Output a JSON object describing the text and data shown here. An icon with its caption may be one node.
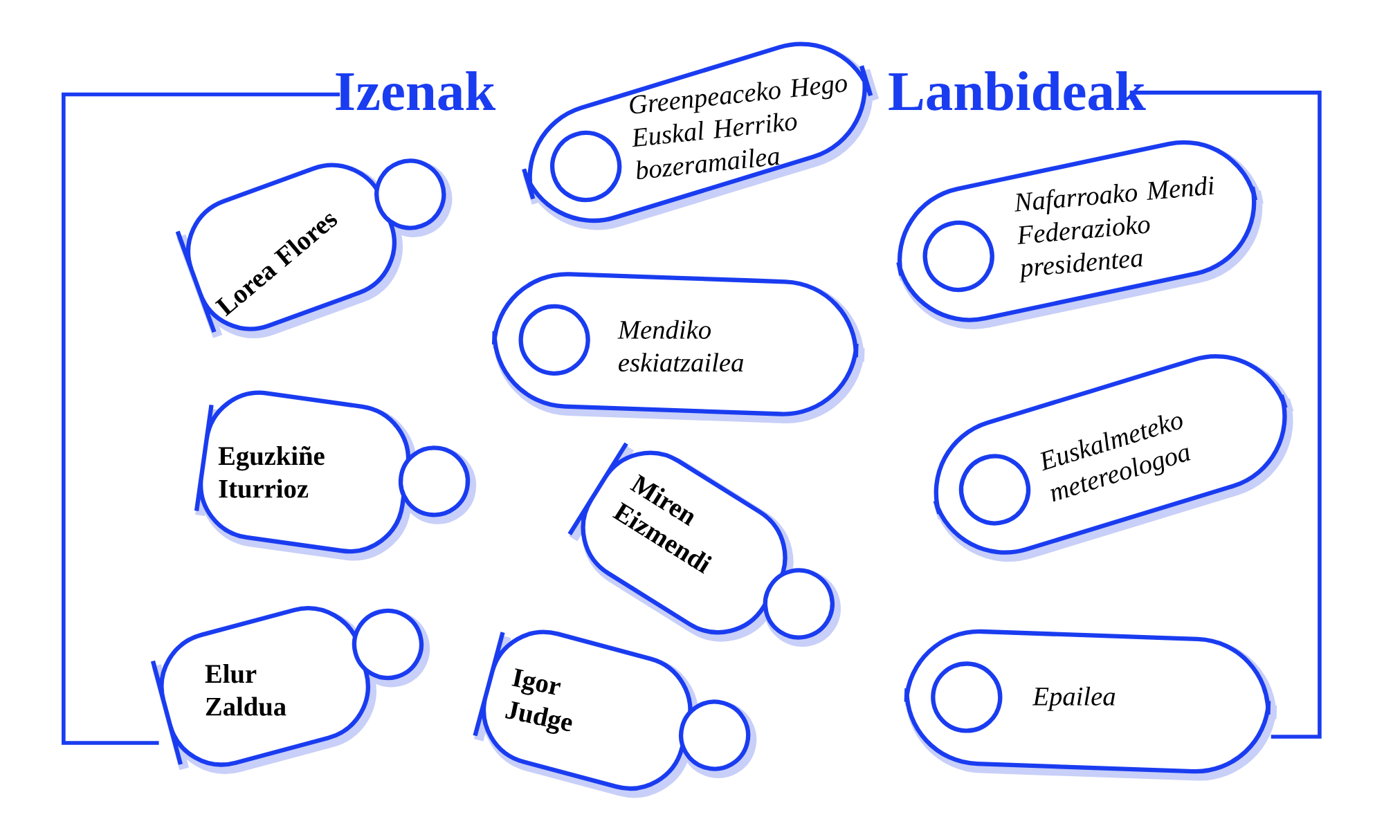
{
  "diagram": {
    "nodes": [
      {
        "text": [
          "Lorea Flores"
        ]
      },
      {
        "text": [
          "Eguzkiñe Iturrioz"
        ]
      },
      {
        "text": [
          "Elur Zaldua"
        ]
      },
      {
        "text": [
          "Igor Judge"
        ]
      },
      {
        "text": [
          "Miren Eizmendi"
        ]
      },
      {
        "text": [
          "Greenpeaceko Hego Euskal Herriko bozeramailea"
        ]
      },
      {
        "text": [
          "Mendiko eskiatzailea"
        ]
      },
      {
        "text": [
          "Nafarroako Mendi Federazioko presidentea"
        ]
      },
      {
        "text": [
          "Euskalmeteko metereologoa"
        ]
      },
      {
        "text": [
          "Epailea"
        ]
      }
    ],
    "edges": [],
    "labels": [
      "Izenak",
      "Lanbideak"
    ]
  }
}
